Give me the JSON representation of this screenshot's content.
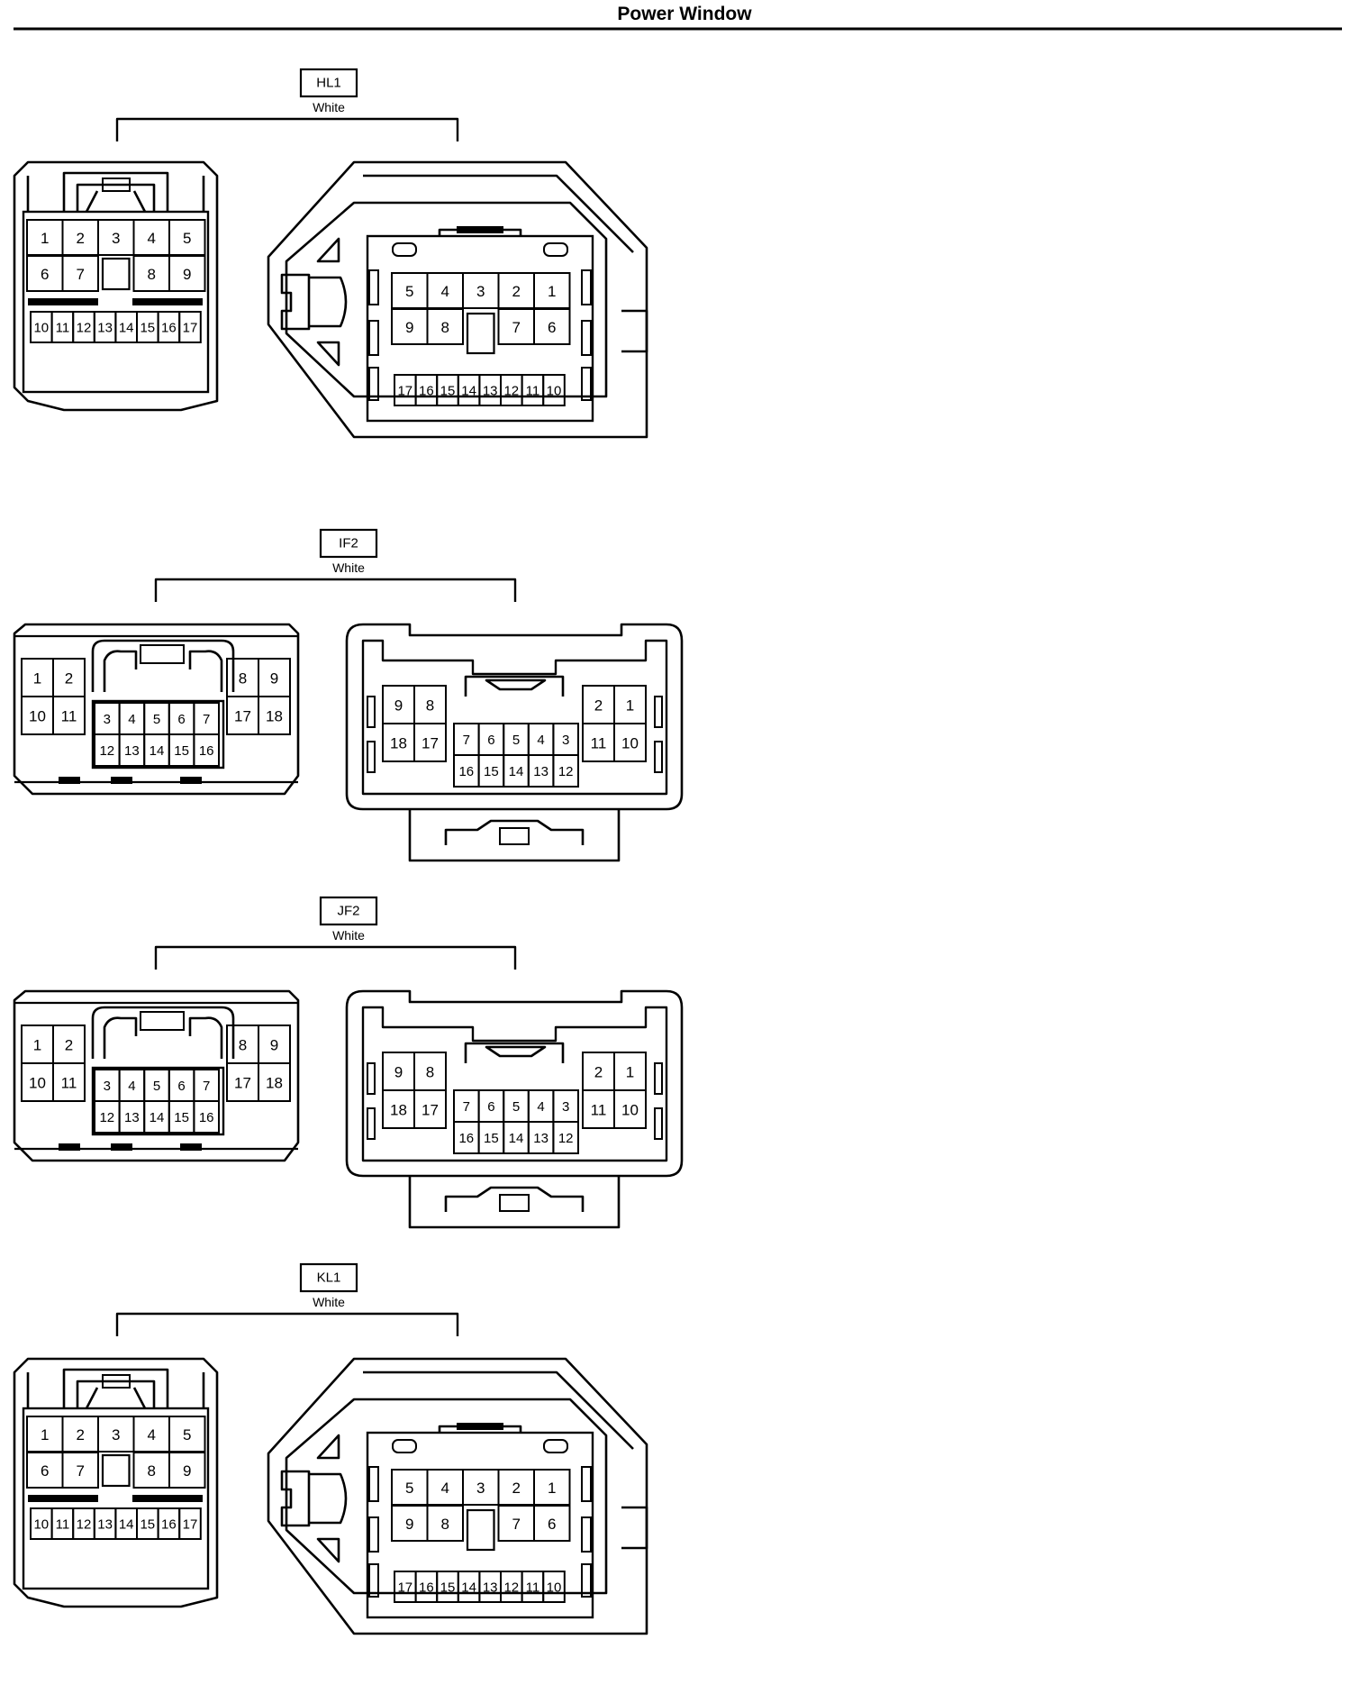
{
  "title": "Power Window",
  "connectors": [
    {
      "id": "HL1",
      "color": "White",
      "male_pins": [
        "1",
        "2",
        "3",
        "4",
        "5",
        "6",
        "7",
        "8",
        "9",
        "10",
        "11",
        "12",
        "13",
        "14",
        "15",
        "16",
        "17"
      ],
      "female_pins": [
        "5",
        "4",
        "3",
        "2",
        "1",
        "9",
        "8",
        "7",
        "6",
        "17",
        "16",
        "15",
        "14",
        "13",
        "12",
        "11",
        "10"
      ]
    },
    {
      "id": "IF2",
      "color": "White",
      "male_pins": [
        "1",
        "2",
        "10",
        "11",
        "3",
        "4",
        "5",
        "6",
        "7",
        "12",
        "13",
        "14",
        "15",
        "16",
        "8",
        "9",
        "17",
        "18"
      ],
      "female_pins": [
        "9",
        "8",
        "18",
        "17",
        "7",
        "6",
        "5",
        "4",
        "3",
        "16",
        "15",
        "14",
        "13",
        "12",
        "2",
        "1",
        "11",
        "10"
      ]
    },
    {
      "id": "JF2",
      "color": "White",
      "male_pins": [
        "1",
        "2",
        "10",
        "11",
        "3",
        "4",
        "5",
        "6",
        "7",
        "12",
        "13",
        "14",
        "15",
        "16",
        "8",
        "9",
        "17",
        "18"
      ],
      "female_pins": [
        "9",
        "8",
        "18",
        "17",
        "7",
        "6",
        "5",
        "4",
        "3",
        "16",
        "15",
        "14",
        "13",
        "12",
        "2",
        "1",
        "11",
        "10"
      ]
    },
    {
      "id": "KL1",
      "color": "White",
      "male_pins": [
        "1",
        "2",
        "3",
        "4",
        "5",
        "6",
        "7",
        "8",
        "9",
        "10",
        "11",
        "12",
        "13",
        "14",
        "15",
        "16",
        "17"
      ],
      "female_pins": [
        "5",
        "4",
        "3",
        "2",
        "1",
        "9",
        "8",
        "7",
        "6",
        "17",
        "16",
        "15",
        "14",
        "13",
        "12",
        "11",
        "10"
      ]
    }
  ]
}
